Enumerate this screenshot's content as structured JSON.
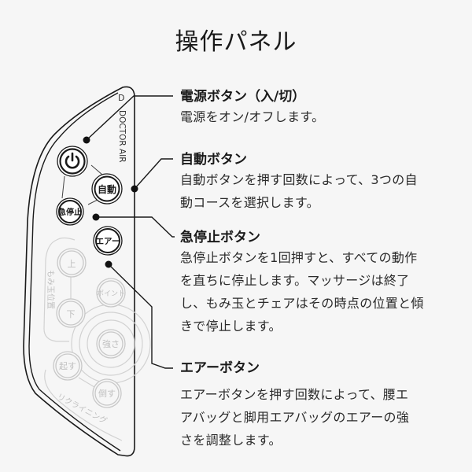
{
  "title": "操作パネル",
  "remote": {
    "brand": "DOCTOR AIR",
    "buttons": {
      "power": "⏻",
      "auto": "自動",
      "stop": "急停止",
      "air": "エアー",
      "up": "上",
      "down": "下",
      "point": "ポイント",
      "strength": "強さ",
      "raise": "起す",
      "recline": "倒す"
    },
    "group_labels": {
      "massage_position": "もみ玉位置",
      "reclining": "リクライニング"
    }
  },
  "sections": [
    {
      "heading": "電源ボタン（入/切）",
      "lines": [
        "電源をオン/オフします。"
      ]
    },
    {
      "heading": "自動ボタン",
      "lines": [
        "自動ボタンを押す回数によって、3つの自",
        "動コースを選択します。"
      ]
    },
    {
      "heading": "急停止ボタン",
      "lines": [
        "急停止ボタンを1回押すと、すべての動作",
        "を直ちに停止します。マッサージは終了",
        "し、もみ玉とチェアはその時点の位置と傾",
        "きで停止します。"
      ]
    },
    {
      "heading": "エアーボタン",
      "lines": [
        "エアーボタンを押す回数によって、腰エ",
        "アバッグと脚用エアバッグのエアーの強",
        "さを調整します。"
      ]
    }
  ],
  "colors": {
    "background": "#f6f6f6",
    "outline": "#1a1a1a",
    "inactive": "#c8c8c8"
  }
}
